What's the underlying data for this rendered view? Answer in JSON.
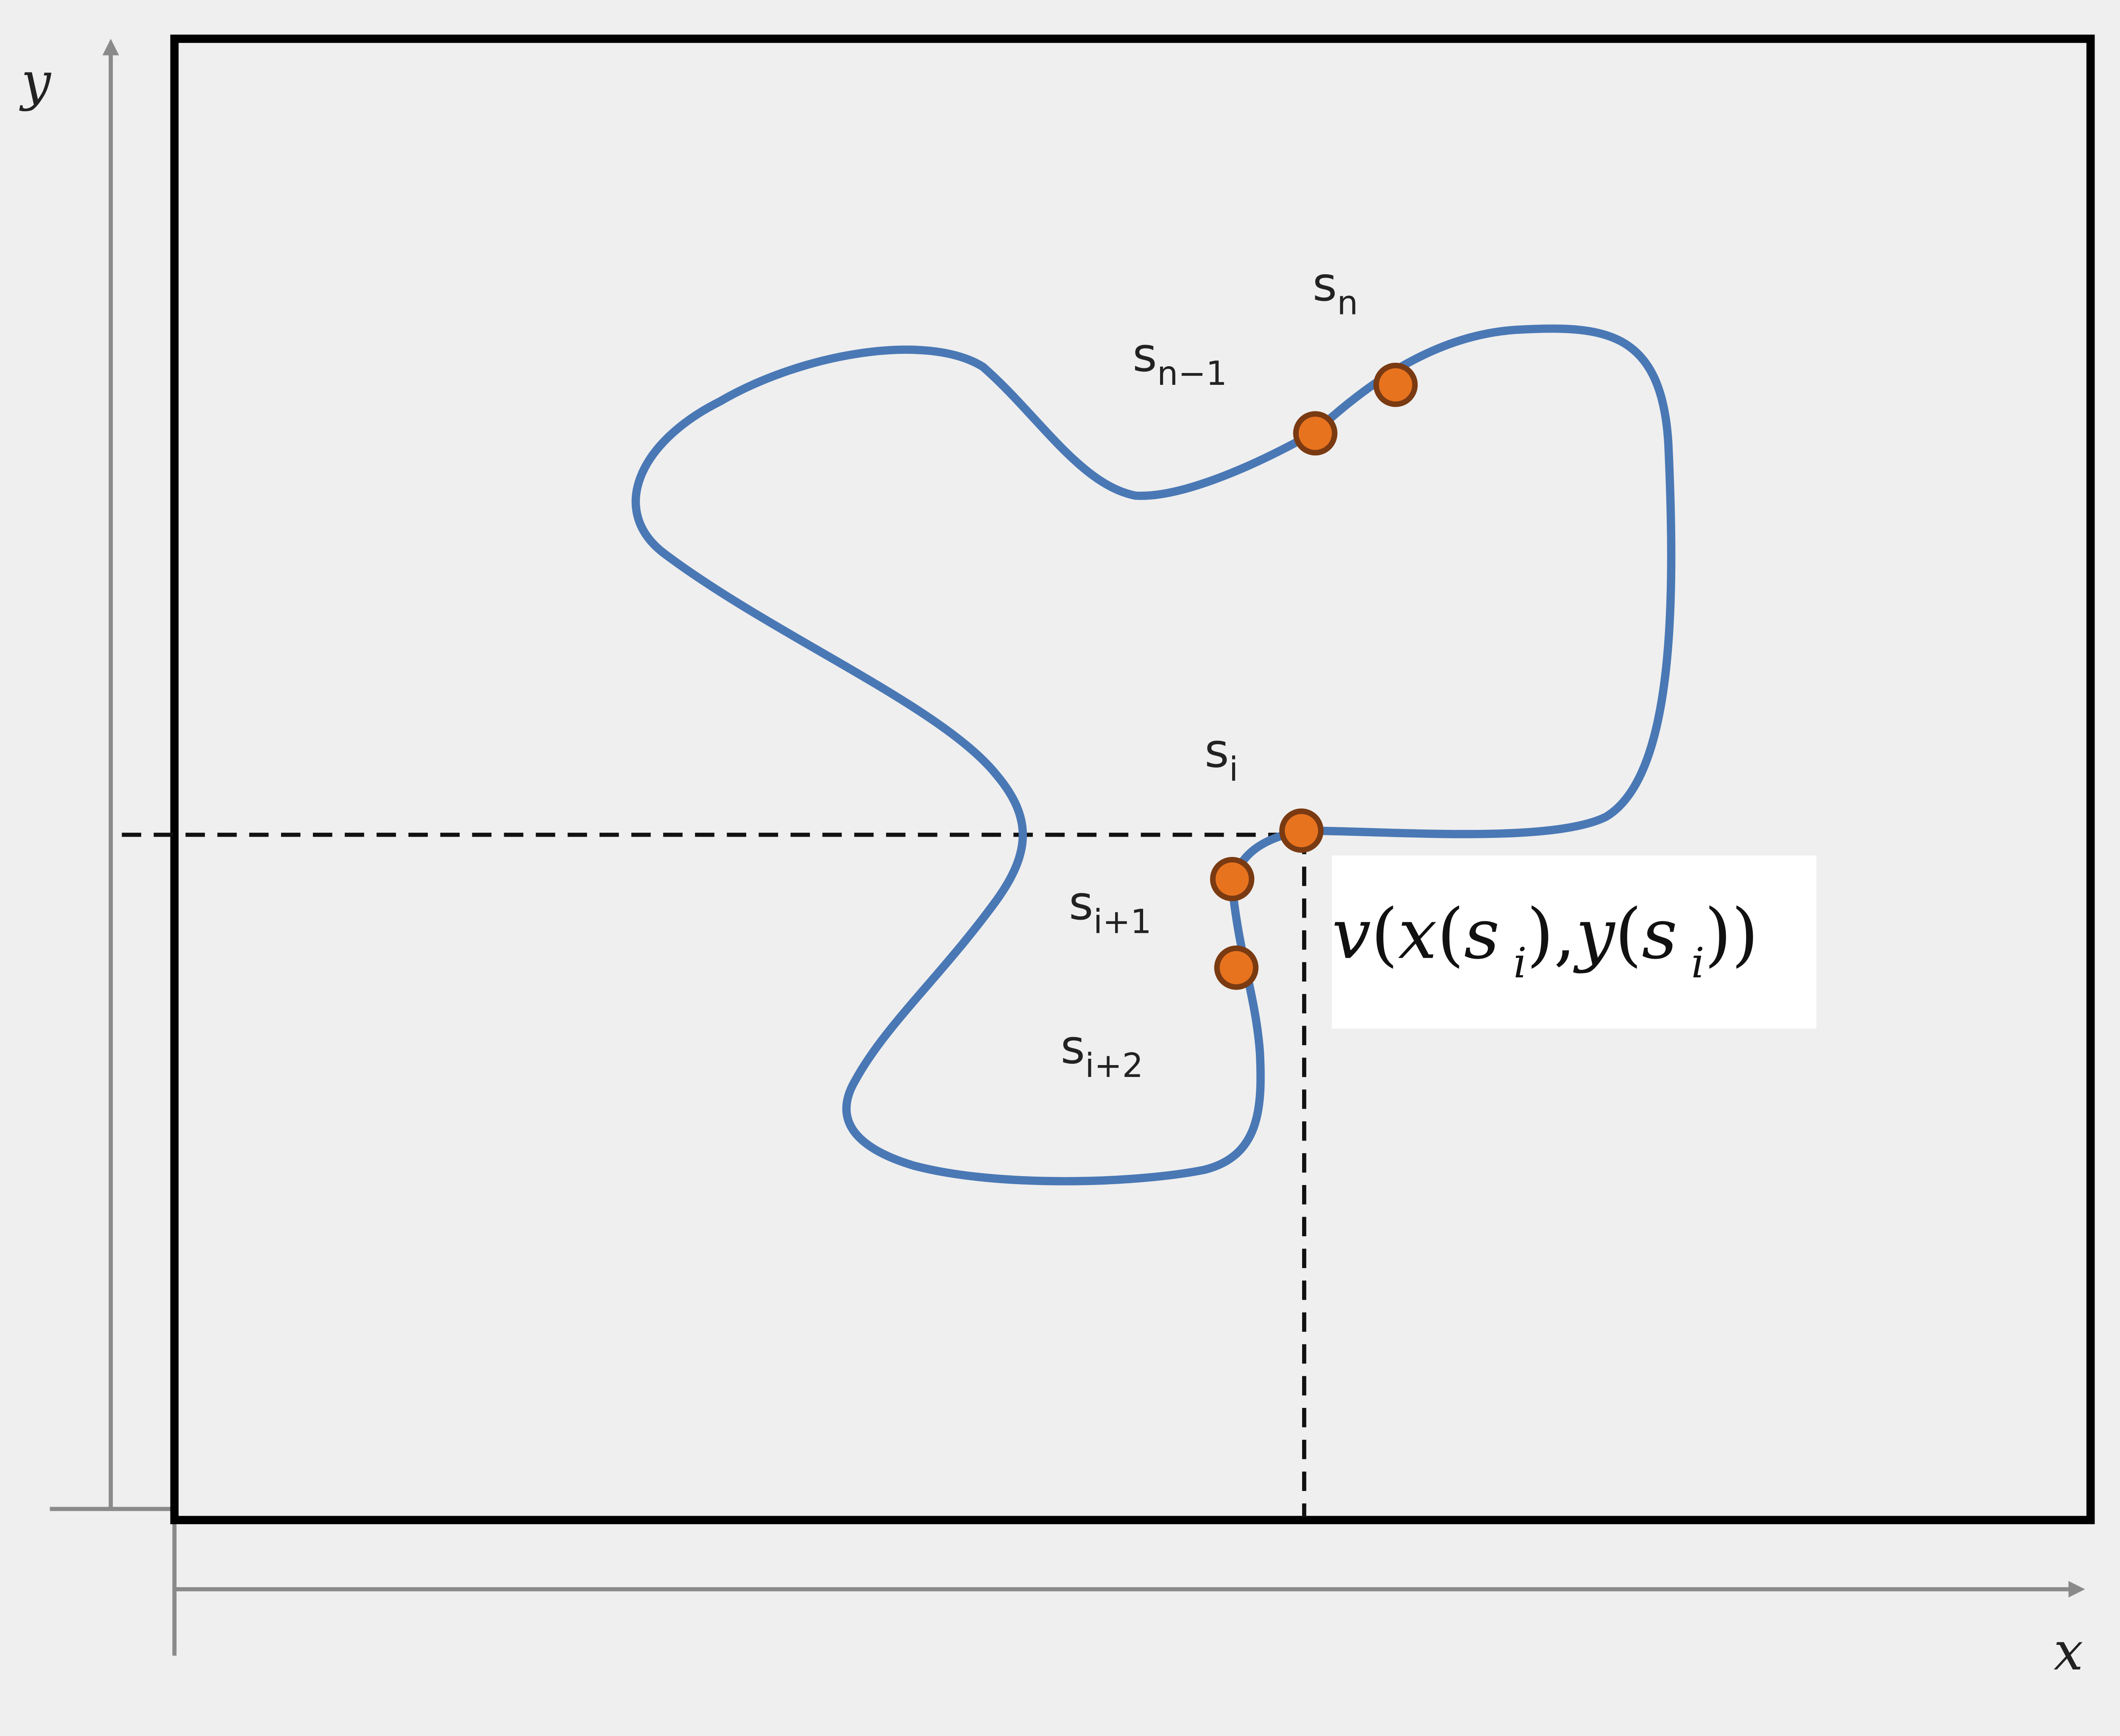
{
  "axes": {
    "x_label": "x",
    "y_label": "y"
  },
  "points": {
    "s_n": {
      "base": "s",
      "sub": "n"
    },
    "s_n_minus_1": {
      "base": "s",
      "sub": "n−1"
    },
    "s_i": {
      "base": "s",
      "sub": "i"
    },
    "s_i_plus_1": {
      "base": "s",
      "sub": "i+1"
    },
    "s_i_plus_2": {
      "base": "s",
      "sub": "i+2"
    }
  },
  "vertex_label": {
    "v": "v",
    "open1": "(",
    "x": "x",
    "open2": "(",
    "s1": "s",
    "i1": "i",
    "close1": "),",
    "y": "y",
    "open3": "(",
    "s2": "s",
    "i2": "i",
    "close2": "))"
  },
  "colors": {
    "background": "#efefef",
    "frame": "#000000",
    "axis": "#8a8a8a",
    "contour": "#4a78b5",
    "point_fill": "#e8731f",
    "point_stroke": "#7a3a12",
    "label_box": "#ffffff"
  }
}
